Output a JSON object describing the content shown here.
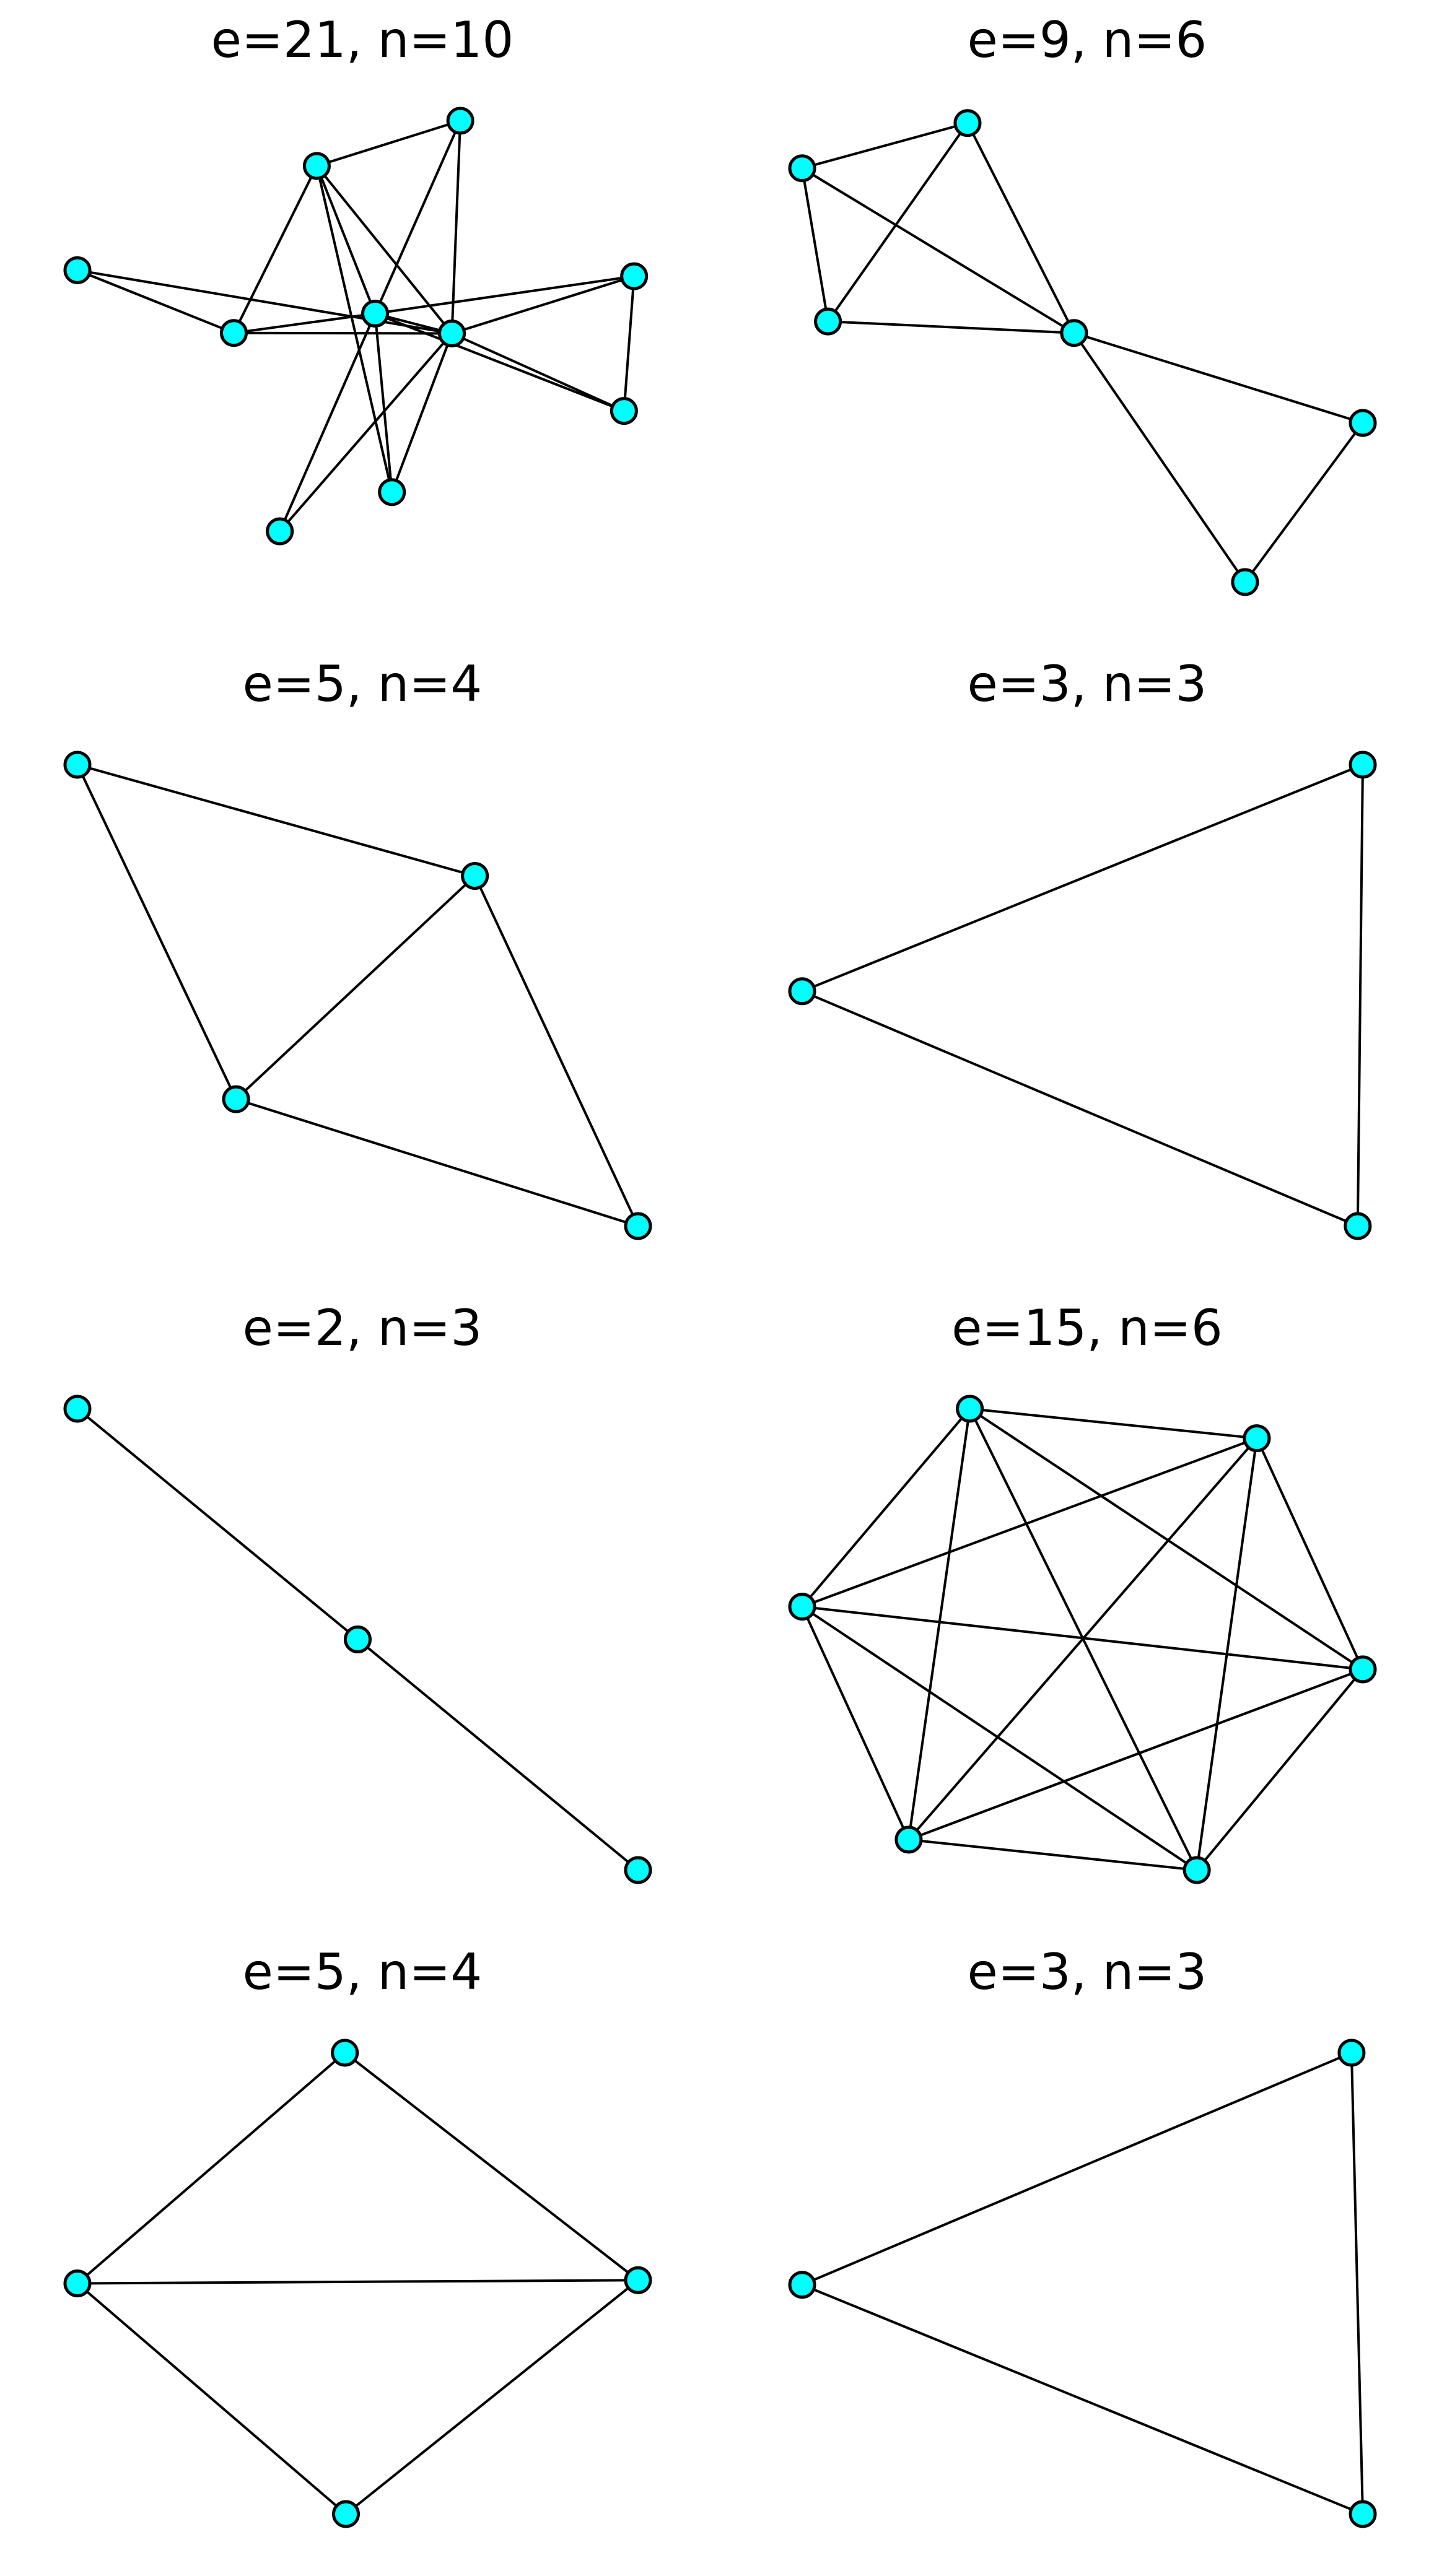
{
  "style": {
    "node_fill": "#00ffff",
    "node_stroke": "#000000",
    "edge_color": "#000000",
    "background": "#ffffff"
  },
  "panels": [
    {
      "title": "e=21, n=10",
      "nodes": [
        [
          0.0,
          0.676
        ],
        [
          0.279,
          0.54
        ],
        [
          0.427,
          0.902
        ],
        [
          0.683,
          1.0
        ],
        [
          0.531,
          0.582
        ],
        [
          0.668,
          0.539
        ],
        [
          0.993,
          0.663
        ],
        [
          0.975,
          0.371
        ],
        [
          0.561,
          0.195
        ],
        [
          0.361,
          0.11
        ]
      ],
      "edges": [
        [
          0,
          1
        ],
        [
          0,
          5
        ],
        [
          1,
          2
        ],
        [
          1,
          4
        ],
        [
          1,
          5
        ],
        [
          2,
          4
        ],
        [
          2,
          5
        ],
        [
          2,
          8
        ],
        [
          3,
          4
        ],
        [
          3,
          5
        ],
        [
          4,
          5
        ],
        [
          4,
          6
        ],
        [
          4,
          7
        ],
        [
          4,
          8
        ],
        [
          4,
          9
        ],
        [
          5,
          6
        ],
        [
          5,
          7
        ],
        [
          5,
          8
        ],
        [
          5,
          9
        ],
        [
          6,
          7
        ],
        [
          2,
          3
        ]
      ]
    },
    {
      "title": "e=9, n=6",
      "nodes": [
        [
          0.0,
          0.897
        ],
        [
          0.295,
          0.995
        ],
        [
          0.046,
          0.565
        ],
        [
          0.485,
          0.54
        ],
        [
          1.0,
          0.345
        ],
        [
          0.79,
          0.0
        ]
      ],
      "edges": [
        [
          0,
          1
        ],
        [
          0,
          2
        ],
        [
          0,
          3
        ],
        [
          1,
          2
        ],
        [
          1,
          3
        ],
        [
          2,
          3
        ],
        [
          3,
          4
        ],
        [
          3,
          5
        ],
        [
          4,
          5
        ]
      ]
    },
    {
      "title": "e=5, n=4",
      "nodes": [
        [
          0.0,
          1.0
        ],
        [
          0.283,
          0.275
        ],
        [
          0.709,
          0.759
        ],
        [
          1.0,
          0.0
        ]
      ],
      "edges": [
        [
          0,
          1
        ],
        [
          0,
          2
        ],
        [
          1,
          2
        ],
        [
          1,
          3
        ],
        [
          2,
          3
        ]
      ]
    },
    {
      "title": "e=3, n=3",
      "nodes": [
        [
          0.0,
          0.509
        ],
        [
          1.0,
          1.0
        ],
        [
          0.991,
          0.0
        ]
      ],
      "edges": [
        [
          0,
          1
        ],
        [
          0,
          2
        ],
        [
          1,
          2
        ]
      ]
    },
    {
      "title": "e=2, n=3",
      "nodes": [
        [
          0.0,
          1.0
        ],
        [
          0.5,
          0.5
        ],
        [
          1.0,
          0.0
        ]
      ],
      "edges": [
        [
          0,
          1
        ],
        [
          1,
          2
        ]
      ]
    },
    {
      "title": "e=15, n=6",
      "nodes": [
        [
          0.0,
          0.571
        ],
        [
          0.19,
          0.066
        ],
        [
          0.704,
          0.0
        ],
        [
          1.0,
          0.435
        ],
        [
          0.811,
          0.936
        ],
        [
          0.299,
          1.0
        ]
      ],
      "edges": [
        [
          0,
          1
        ],
        [
          0,
          2
        ],
        [
          0,
          3
        ],
        [
          0,
          4
        ],
        [
          0,
          5
        ],
        [
          1,
          2
        ],
        [
          1,
          3
        ],
        [
          1,
          4
        ],
        [
          1,
          5
        ],
        [
          2,
          3
        ],
        [
          2,
          4
        ],
        [
          2,
          5
        ],
        [
          3,
          4
        ],
        [
          3,
          5
        ],
        [
          4,
          5
        ]
      ]
    },
    {
      "title": "e=5, n=4",
      "nodes": [
        [
          0.0,
          0.5
        ],
        [
          0.479,
          0.0
        ],
        [
          1.0,
          0.507
        ],
        [
          0.477,
          1.0
        ]
      ],
      "edges": [
        [
          0,
          1
        ],
        [
          0,
          2
        ],
        [
          0,
          3
        ],
        [
          1,
          2
        ],
        [
          2,
          3
        ]
      ]
    },
    {
      "title": "e=3, n=3",
      "nodes": [
        [
          0.0,
          0.497
        ],
        [
          0.98,
          1.0
        ],
        [
          1.0,
          0.0
        ]
      ],
      "edges": [
        [
          0,
          1
        ],
        [
          0,
          2
        ],
        [
          1,
          2
        ]
      ]
    }
  ]
}
